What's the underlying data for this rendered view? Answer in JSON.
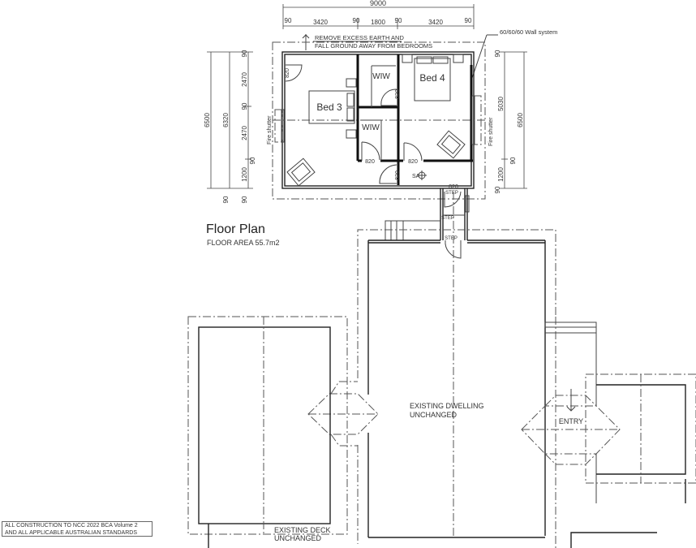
{
  "drawing": {
    "title": "Floor Plan",
    "floor_area": "FLOOR AREA 55.7m2",
    "note": "ALL CONSTRUCTION TO NCC 2022 BCA Volume 2 AND ALL APPLICABLE AUSTRALIAN STANDARDS",
    "annotations": {
      "earth_note_line1": "REMOVE EXCESS EARTH AND",
      "earth_note_line2": "FALL GROUND AWAY FROM BEDROOMS",
      "wall_system": "60/60/60 Wall system",
      "fire_shutter_left": "Fire shutter",
      "fire_shutter_right": "Fire shutter",
      "smoke_alarm": "SA"
    },
    "rooms": {
      "bed3": "Bed 3",
      "bed4": "Bed 4",
      "wiw_top": "WIW",
      "wiw_bottom": "WIW"
    },
    "doors": {
      "d1": "820",
      "d2": "820",
      "d3": "820",
      "d4": "820",
      "d5": "820",
      "d6": "820"
    },
    "steps": {
      "s1": "STEP",
      "s2": "STEP",
      "s3": "STEP"
    },
    "existing": {
      "dwelling_line1": "EXISTING DWELLING",
      "dwelling_line2": "UNCHANGED",
      "deck_line1": "EXISTING DECK",
      "deck_line2": "UNCHANGED",
      "entry": "ENTRY"
    },
    "dimensions": {
      "top_overall": "9000",
      "top_segments": [
        "90",
        "3420",
        "90",
        "1800",
        "90",
        "3420",
        "90"
      ],
      "left_overall": "6500",
      "left_inner": "6320",
      "left_segments": [
        "90",
        "2470",
        "90",
        "2470",
        "90",
        "1200"
      ],
      "left_bottom": [
        "90",
        "90"
      ],
      "right_overall": "6500",
      "right_segments": [
        "90",
        "5030",
        "90",
        "1200",
        "90"
      ]
    }
  }
}
